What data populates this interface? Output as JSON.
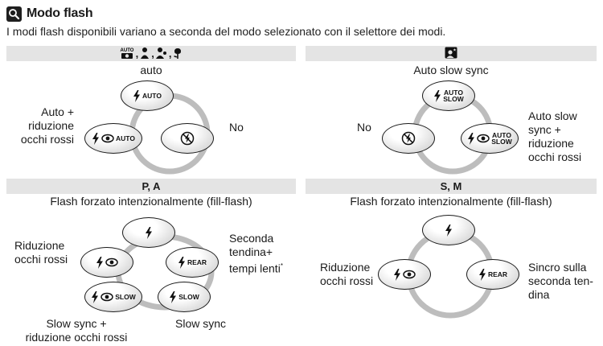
{
  "header": {
    "icon": "magnifier-icon",
    "title": "Modo flash",
    "intro": "I modi flash disponibili variano a seconda del modo selezionato con il selettore dei modi."
  },
  "sections": {
    "auto": {
      "band_icons": [
        "auto-mode-icon",
        "portrait-icon",
        "child-icon",
        "close-up-icon"
      ],
      "caption": "auto",
      "pill_top_text": "AUTO",
      "pill_left_text": "AUTO",
      "left_label": "Auto +\nriduzione\nocchi rossi",
      "right_label": "No"
    },
    "night": {
      "band_icons": [
        "night-portrait-icon"
      ],
      "caption": "Auto slow sync",
      "pill_top_text": "AUTO\nSLOW",
      "pill_right_text": "AUTO\nSLOW",
      "left_label": "No",
      "right_label": "Auto slow\nsync +\nriduzione\nocchi rossi"
    },
    "pa": {
      "band": "P, A",
      "caption": "Flash forzato intenzionalmente (fill-flash)",
      "pill_right_text": "REAR",
      "pill_bl_text": "SLOW",
      "pill_br_text": "SLOW",
      "left_label": "Riduzione\nocchi rossi",
      "right_label": "Seconda\ntendina+\ntempi lenti",
      "right_mark": "*",
      "bottom_left_label": "Slow sync +\nriduzione occhi rossi",
      "bottom_right_label": "Slow sync"
    },
    "sm": {
      "band": "S, M",
      "caption": "Flash forzato intenzionalmente (fill-flash)",
      "pill_right_text": "REAR",
      "left_label": "Riduzione\nocchi rossi",
      "right_label": "Sincro sulla\nseconda ten-\ndina"
    }
  },
  "colors": {
    "band": "#e4e4e4",
    "ring": "#bdbdbd",
    "text": "#1a1a1a"
  }
}
